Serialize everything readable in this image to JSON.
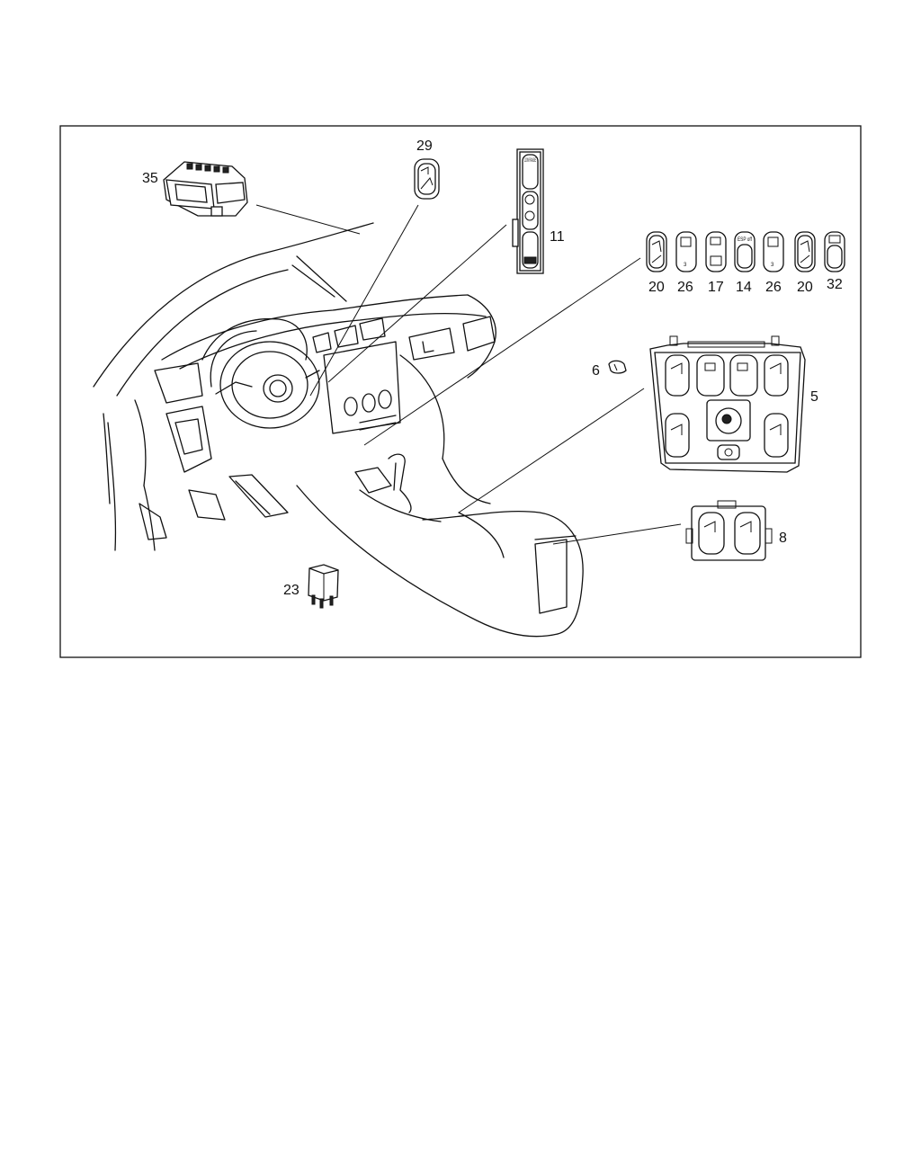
{
  "callouts": {
    "c35": "35",
    "c29": "29",
    "c11": "11",
    "c6": "6",
    "c5": "5",
    "c8": "8",
    "c23": "23",
    "row": [
      "20",
      "26",
      "17",
      "14",
      "26",
      "20",
      "32"
    ]
  },
  "switch_labels": {
    "low_range": "LOW RANGE",
    "esp_off": "ESP off",
    "three_a": "3",
    "three_b": "3"
  }
}
